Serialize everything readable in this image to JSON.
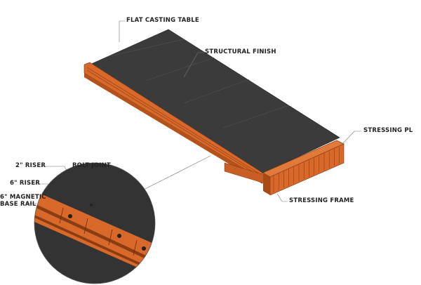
{
  "labels": {
    "flat_casting_table": "FLAT CASTING TABLE",
    "structural_finish": "STRUCTURAL FINISH",
    "stressing_pl": "STRESSING PL",
    "stressing_frame": "STRESSING FRAME",
    "riser_2in": "2\" RISER",
    "bolt_joint": "BOLT JOINT",
    "riser_6in": "6\" RISER",
    "magnetic_base_rail_line1": "6\" MAGNETIC",
    "magnetic_base_rail_line2": "BASE RAIL"
  },
  "colors": {
    "steel_orange": "#d8692a",
    "table_surface": "#3a3a3a",
    "leader": "#666666"
  }
}
